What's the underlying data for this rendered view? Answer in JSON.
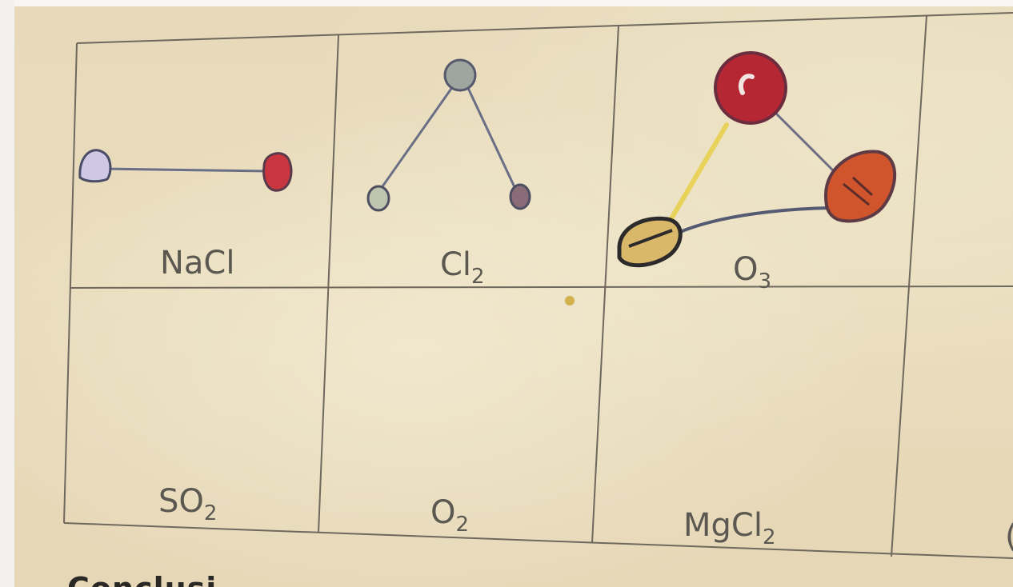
{
  "grid": {
    "cells": [
      {
        "id": "nacl",
        "formula": "NaCl",
        "base": "NaCl",
        "sub": ""
      },
      {
        "id": "cl2",
        "formula": "Cl2",
        "base": "Cl",
        "sub": "2"
      },
      {
        "id": "o3",
        "formula": "O3",
        "base": "O",
        "sub": "3"
      },
      {
        "id": "so2",
        "formula": "SO2",
        "base": "SO",
        "sub": "2"
      },
      {
        "id": "o2",
        "formula": "O2",
        "base": "O",
        "sub": "2"
      },
      {
        "id": "mgcl2",
        "formula": "MgCl2",
        "base": "MgCl",
        "sub": "2"
      }
    ]
  },
  "footer": {
    "heading_partial": "Conclusi..."
  },
  "colors": {
    "paper": "#e8dbbb",
    "grid_line": "#6e685d",
    "bond_stick": "#6a6f86",
    "sodium_atom": "#cfc8e4",
    "chlorine_atom_red": "#c9363f",
    "oxygen_atom_red": "#b42733",
    "oxygen_atom_orange": "#d0552c",
    "yellow_bond": "#e8d25a"
  },
  "drawings": [
    {
      "cell": "nacl",
      "depicts": "two atoms joined by a single line"
    },
    {
      "cell": "cl2",
      "depicts": "bent structure of three atoms"
    },
    {
      "cell": "o3",
      "depicts": "triangle of three atoms with one yellow bond"
    }
  ]
}
